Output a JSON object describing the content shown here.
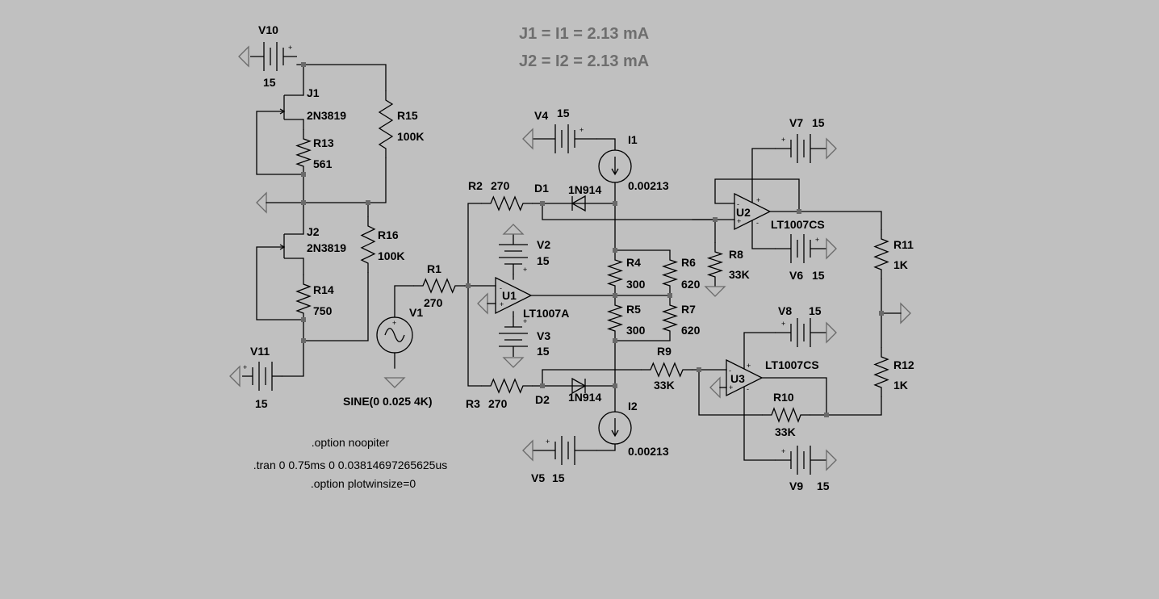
{
  "results": [
    {
      "text": "J1 = I1 = 2.13 mA"
    },
    {
      "text": "J2 = I2 = 2.13 mA"
    }
  ],
  "components": [
    {
      "id": "v10",
      "ref": "V10",
      "value": "15"
    },
    {
      "id": "v11",
      "ref": "V11",
      "value": "15"
    },
    {
      "id": "j1",
      "ref": "J1",
      "value": "2N3819"
    },
    {
      "id": "j2",
      "ref": "J2",
      "value": "2N3819"
    },
    {
      "id": "r13",
      "ref": "R13",
      "value": "561"
    },
    {
      "id": "r14",
      "ref": "R14",
      "value": "750"
    },
    {
      "id": "r15",
      "ref": "R15",
      "value": "100K"
    },
    {
      "id": "r16",
      "ref": "R16",
      "value": "100K"
    },
    {
      "id": "v1",
      "ref": "V1",
      "value": "SINE(0 0.025 4K)"
    },
    {
      "id": "r1",
      "ref": "R1",
      "value": "270"
    },
    {
      "id": "r2",
      "ref": "R2",
      "value": "270"
    },
    {
      "id": "r3",
      "ref": "R3",
      "value": "270"
    },
    {
      "id": "d1",
      "ref": "D1",
      "value": "1N914"
    },
    {
      "id": "d2",
      "ref": "D2",
      "value": "1N914"
    },
    {
      "id": "v2",
      "ref": "V2",
      "value": "15"
    },
    {
      "id": "v3",
      "ref": "V3",
      "value": "15"
    },
    {
      "id": "u1",
      "ref": "U1",
      "value": "LT1007A"
    },
    {
      "id": "v4",
      "ref": "V4",
      "value": "15"
    },
    {
      "id": "v5",
      "ref": "V5",
      "value": "15"
    },
    {
      "id": "i1",
      "ref": "I1",
      "value": "0.00213"
    },
    {
      "id": "i2",
      "ref": "I2",
      "value": "0.00213"
    },
    {
      "id": "r4",
      "ref": "R4",
      "value": "300"
    },
    {
      "id": "r5",
      "ref": "R5",
      "value": "300"
    },
    {
      "id": "r6",
      "ref": "R6",
      "value": "620"
    },
    {
      "id": "r7",
      "ref": "R7",
      "value": "620"
    },
    {
      "id": "r8",
      "ref": "R8",
      "value": "33K"
    },
    {
      "id": "r9",
      "ref": "R9",
      "value": "33K"
    },
    {
      "id": "r10",
      "ref": "R10",
      "value": "33K"
    },
    {
      "id": "r11",
      "ref": "R11",
      "value": "1K"
    },
    {
      "id": "r12",
      "ref": "R12",
      "value": "1K"
    },
    {
      "id": "u2",
      "ref": "U2",
      "value": "LT1007CS"
    },
    {
      "id": "u3",
      "ref": "U3",
      "value": "LT1007CS"
    },
    {
      "id": "v6",
      "ref": "V6",
      "value": "15"
    },
    {
      "id": "v7",
      "ref": "V7",
      "value": "15"
    },
    {
      "id": "v8",
      "ref": "V8",
      "value": "15"
    },
    {
      "id": "v9",
      "ref": "V9",
      "value": "15"
    }
  ],
  "directives": [
    {
      "text": ".option noopiter"
    },
    {
      "text": ".tran 0 0.75ms 0 0.03814697265625us"
    },
    {
      "text": ".option plotwinsize=0"
    }
  ],
  "pin_marks": {
    "plus": "+",
    "minus": "-"
  }
}
